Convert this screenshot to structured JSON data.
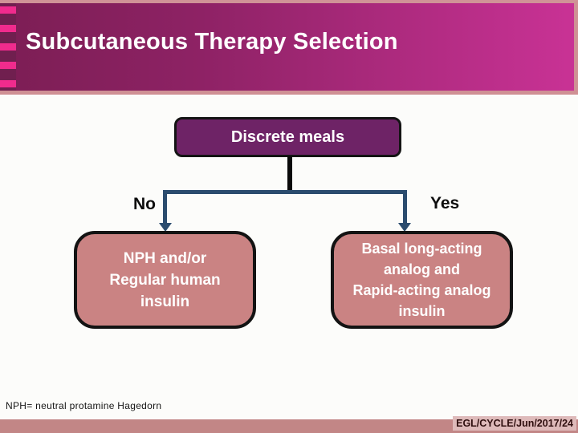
{
  "slide": {
    "title": "Subcutaneous Therapy Selection",
    "footnote": "NPH= neutral protamine Hagedorn",
    "citation": "EGL/CYCLE/Jun/2017/24"
  },
  "flowchart": {
    "root": {
      "label": "Discrete meals"
    },
    "branches": {
      "no": {
        "label": "No",
        "lines": [
          "NPH and/or",
          "Regular human",
          "insulin"
        ]
      },
      "yes": {
        "label": "Yes",
        "lines": [
          "Basal long-acting",
          "analog and",
          "Rapid-acting analog",
          "insulin"
        ]
      }
    }
  },
  "colors": {
    "header_gradient_start": "#7c1e54",
    "header_gradient_end": "#c93295",
    "header_border": "#cf9094",
    "strip_background": "#701f4f",
    "strip_bar": "#f02b8d",
    "root_box_fill": "#6e2366",
    "leaf_box_fill": "#ca8383",
    "connector_blue": "#2b4c6e",
    "bottom_bar": "#c28686",
    "citation_background": "#debaba",
    "citation_text": "#2e0e0e"
  }
}
